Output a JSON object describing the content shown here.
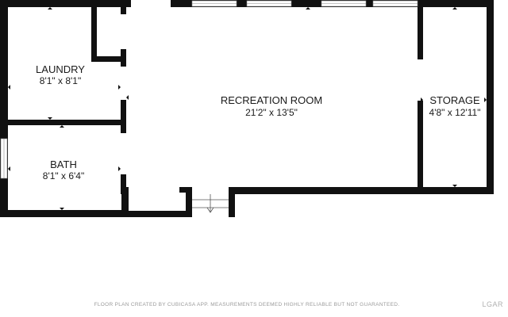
{
  "rooms": {
    "laundry": {
      "name": "LAUNDRY",
      "dims": "8'1\" x 8'1\""
    },
    "bath": {
      "name": "BATH",
      "dims": "8'1\" x 6'4\""
    },
    "recreation": {
      "name": "RECREATION ROOM",
      "dims": "21'2\" x 13'5\""
    },
    "storage": {
      "name": "STORAGE",
      "dims": "4'8\" x 12'11\""
    }
  },
  "footer": {
    "disclaimer": "FLOOR PLAN CREATED BY CUBICASA APP. MEASUREMENTS DEEMED HIGHLY RELIABLE BUT NOT GUARANTEED.",
    "watermark": "LGAR"
  },
  "colors": {
    "wall": "#111111",
    "opening": "#ffffff",
    "window_line": "#888888"
  }
}
